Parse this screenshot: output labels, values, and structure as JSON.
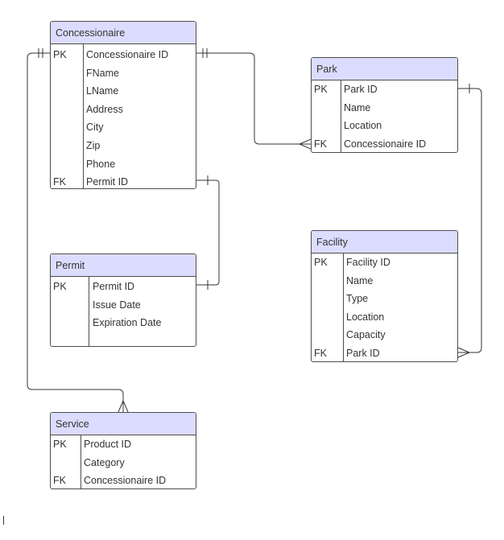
{
  "entities": {
    "concessionaire": {
      "title": "Concessionaire",
      "rows": [
        {
          "key": "PK",
          "field": "Concessionaire ID"
        },
        {
          "key": "",
          "field": "FName"
        },
        {
          "key": "",
          "field": "LName"
        },
        {
          "key": "",
          "field": "Address"
        },
        {
          "key": "",
          "field": "City"
        },
        {
          "key": "",
          "field": "Zip"
        },
        {
          "key": "",
          "field": "Phone"
        },
        {
          "key": "FK",
          "field": "Permit ID"
        }
      ]
    },
    "park": {
      "title": "Park",
      "rows": [
        {
          "key": "PK",
          "field": "Park ID"
        },
        {
          "key": "",
          "field": "Name"
        },
        {
          "key": "",
          "field": "Location"
        },
        {
          "key": "FK",
          "field": "Concessionaire ID"
        }
      ]
    },
    "permit": {
      "title": "Permit",
      "rows": [
        {
          "key": "PK",
          "field": "Permit ID"
        },
        {
          "key": "",
          "field": "Issue Date"
        },
        {
          "key": "",
          "field": "Expiration Date"
        },
        {
          "key": "",
          "field": ""
        }
      ]
    },
    "facility": {
      "title": "Facility",
      "rows": [
        {
          "key": "PK",
          "field": "Facility ID"
        },
        {
          "key": "",
          "field": "Name"
        },
        {
          "key": "",
          "field": "Type"
        },
        {
          "key": "",
          "field": "Location"
        },
        {
          "key": "",
          "field": "Capacity"
        },
        {
          "key": "FK",
          "field": "Park ID"
        }
      ]
    },
    "service": {
      "title": "Service",
      "rows": [
        {
          "key": "PK",
          "field": "Product ID"
        },
        {
          "key": "",
          "field": "Category"
        },
        {
          "key": "FK",
          "field": "Concessionaire ID"
        }
      ]
    }
  },
  "colors": {
    "header_fill": "#dcdcff",
    "border": "#4d4d4d",
    "line": "#333333"
  }
}
